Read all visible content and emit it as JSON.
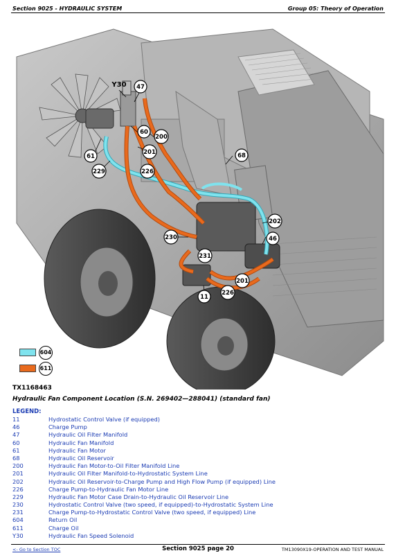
{
  "header": {
    "left": "Section 9025 - HYDRAULIC SYSTEM",
    "right": "Group 05: Theory of Operation"
  },
  "figure": {
    "callouts": [
      "Y30",
      "47",
      "60",
      "61",
      "200",
      "201",
      "229",
      "226",
      "68",
      "202",
      "230",
      "46",
      "231",
      "201",
      "226",
      "11"
    ],
    "color_key": [
      {
        "color": "#7fe3ee",
        "label": "604"
      },
      {
        "color": "#e96a1d",
        "label": "611"
      }
    ],
    "id": "TX1168463",
    "caption": "Hydraulic Fan Component Location (S.N. 269402—288041) (standard fan)"
  },
  "legend": {
    "title": "LEGEND:",
    "items": [
      {
        "num": "11",
        "desc": "Hydrostatic Control Valve (if equipped)"
      },
      {
        "num": "46",
        "desc": "Charge Pump"
      },
      {
        "num": "47",
        "desc": "Hydraulic Oil Filter Manifold"
      },
      {
        "num": "60",
        "desc": "Hydraulic Fan Manifold"
      },
      {
        "num": "61",
        "desc": "Hydraulic Fan Motor"
      },
      {
        "num": "68",
        "desc": "Hydraulic Oil Reservoir"
      },
      {
        "num": "200",
        "desc": "Hydraulic Fan Motor-to-Oil Filter Manifold Line"
      },
      {
        "num": "201",
        "desc": "Hydraulic Oil Filter Manifold-to-Hydrostatic System Line"
      },
      {
        "num": "202",
        "desc": "Hydraulic Oil Reservoir-to-Charge Pump and High Flow Pump (if equipped) Line"
      },
      {
        "num": "226",
        "desc": "Charge Pump-to-Hydraulic Fan Motor Line"
      },
      {
        "num": "229",
        "desc": "Hydraulic Fan Motor Case Drain-to-Hydraulic Oil Reservoir Line"
      },
      {
        "num": "230",
        "desc": "Hydrostatic Control Valve (two speed, if equipped)-to-Hydrostatic System Line"
      },
      {
        "num": "231",
        "desc": "Charge Pump-to-Hydrostatic Control Valve (two speed, if equipped) Line"
      },
      {
        "num": "604",
        "desc": "Return Oil"
      },
      {
        "num": "611",
        "desc": "Charge Oil"
      },
      {
        "num": "Y30",
        "desc": "Hydraulic Fan Speed Solenoid"
      }
    ]
  },
  "footer": {
    "left": "<- Go to Section TOC",
    "center": "Section 9025 page 20",
    "right": "TM13090X19-OPERATION AND TEST MANUAL"
  }
}
